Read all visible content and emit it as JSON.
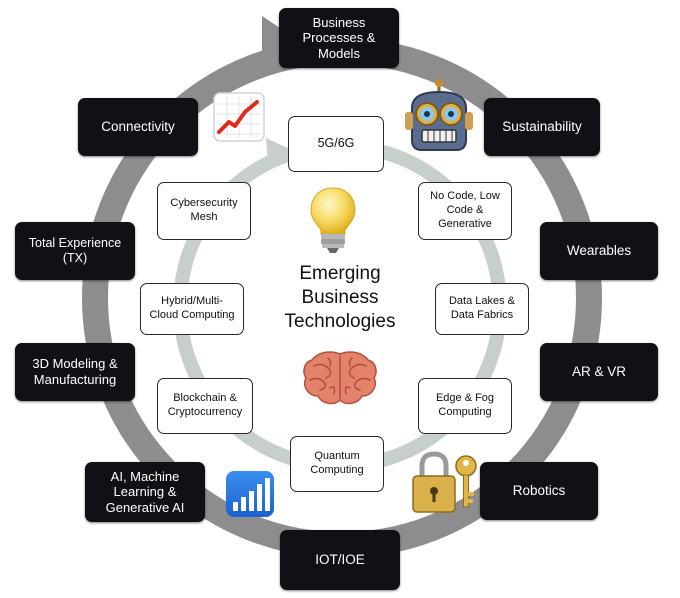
{
  "center_title": "Emerging\nBusiness\nTechnologies",
  "outer_ring": [
    "Business\nProcesses &\nModels",
    "Sustainability",
    "Wearables",
    "AR & VR",
    "Robotics",
    "IOT/IOE",
    "AI, Machine\nLearning &\nGenerative AI",
    "3D Modeling &\nManufacturing",
    "Total Experience\n(TX)",
    "Connectivity"
  ],
  "inner_ring": [
    "5G/6G",
    "No Code, Low\nCode &\nGenerative",
    "Data Lakes &\nData Fabrics",
    "Edge & Fog\nComputing",
    "Quantum\nComputing",
    "Blockchain &\nCryptocurrency",
    "Hybrid/Multi-\nCloud Computing",
    "Cybersecurity\nMesh"
  ],
  "icons": [
    "rising-chart-icon",
    "robot-icon",
    "lightbulb-icon",
    "brain-icon",
    "bar-chart-icon",
    "padlock-key-icon"
  ],
  "colors": {
    "outer_ring": "#8d8d8d",
    "inner_ring": "#c6cfc9",
    "dark_box": "#0f1116"
  }
}
